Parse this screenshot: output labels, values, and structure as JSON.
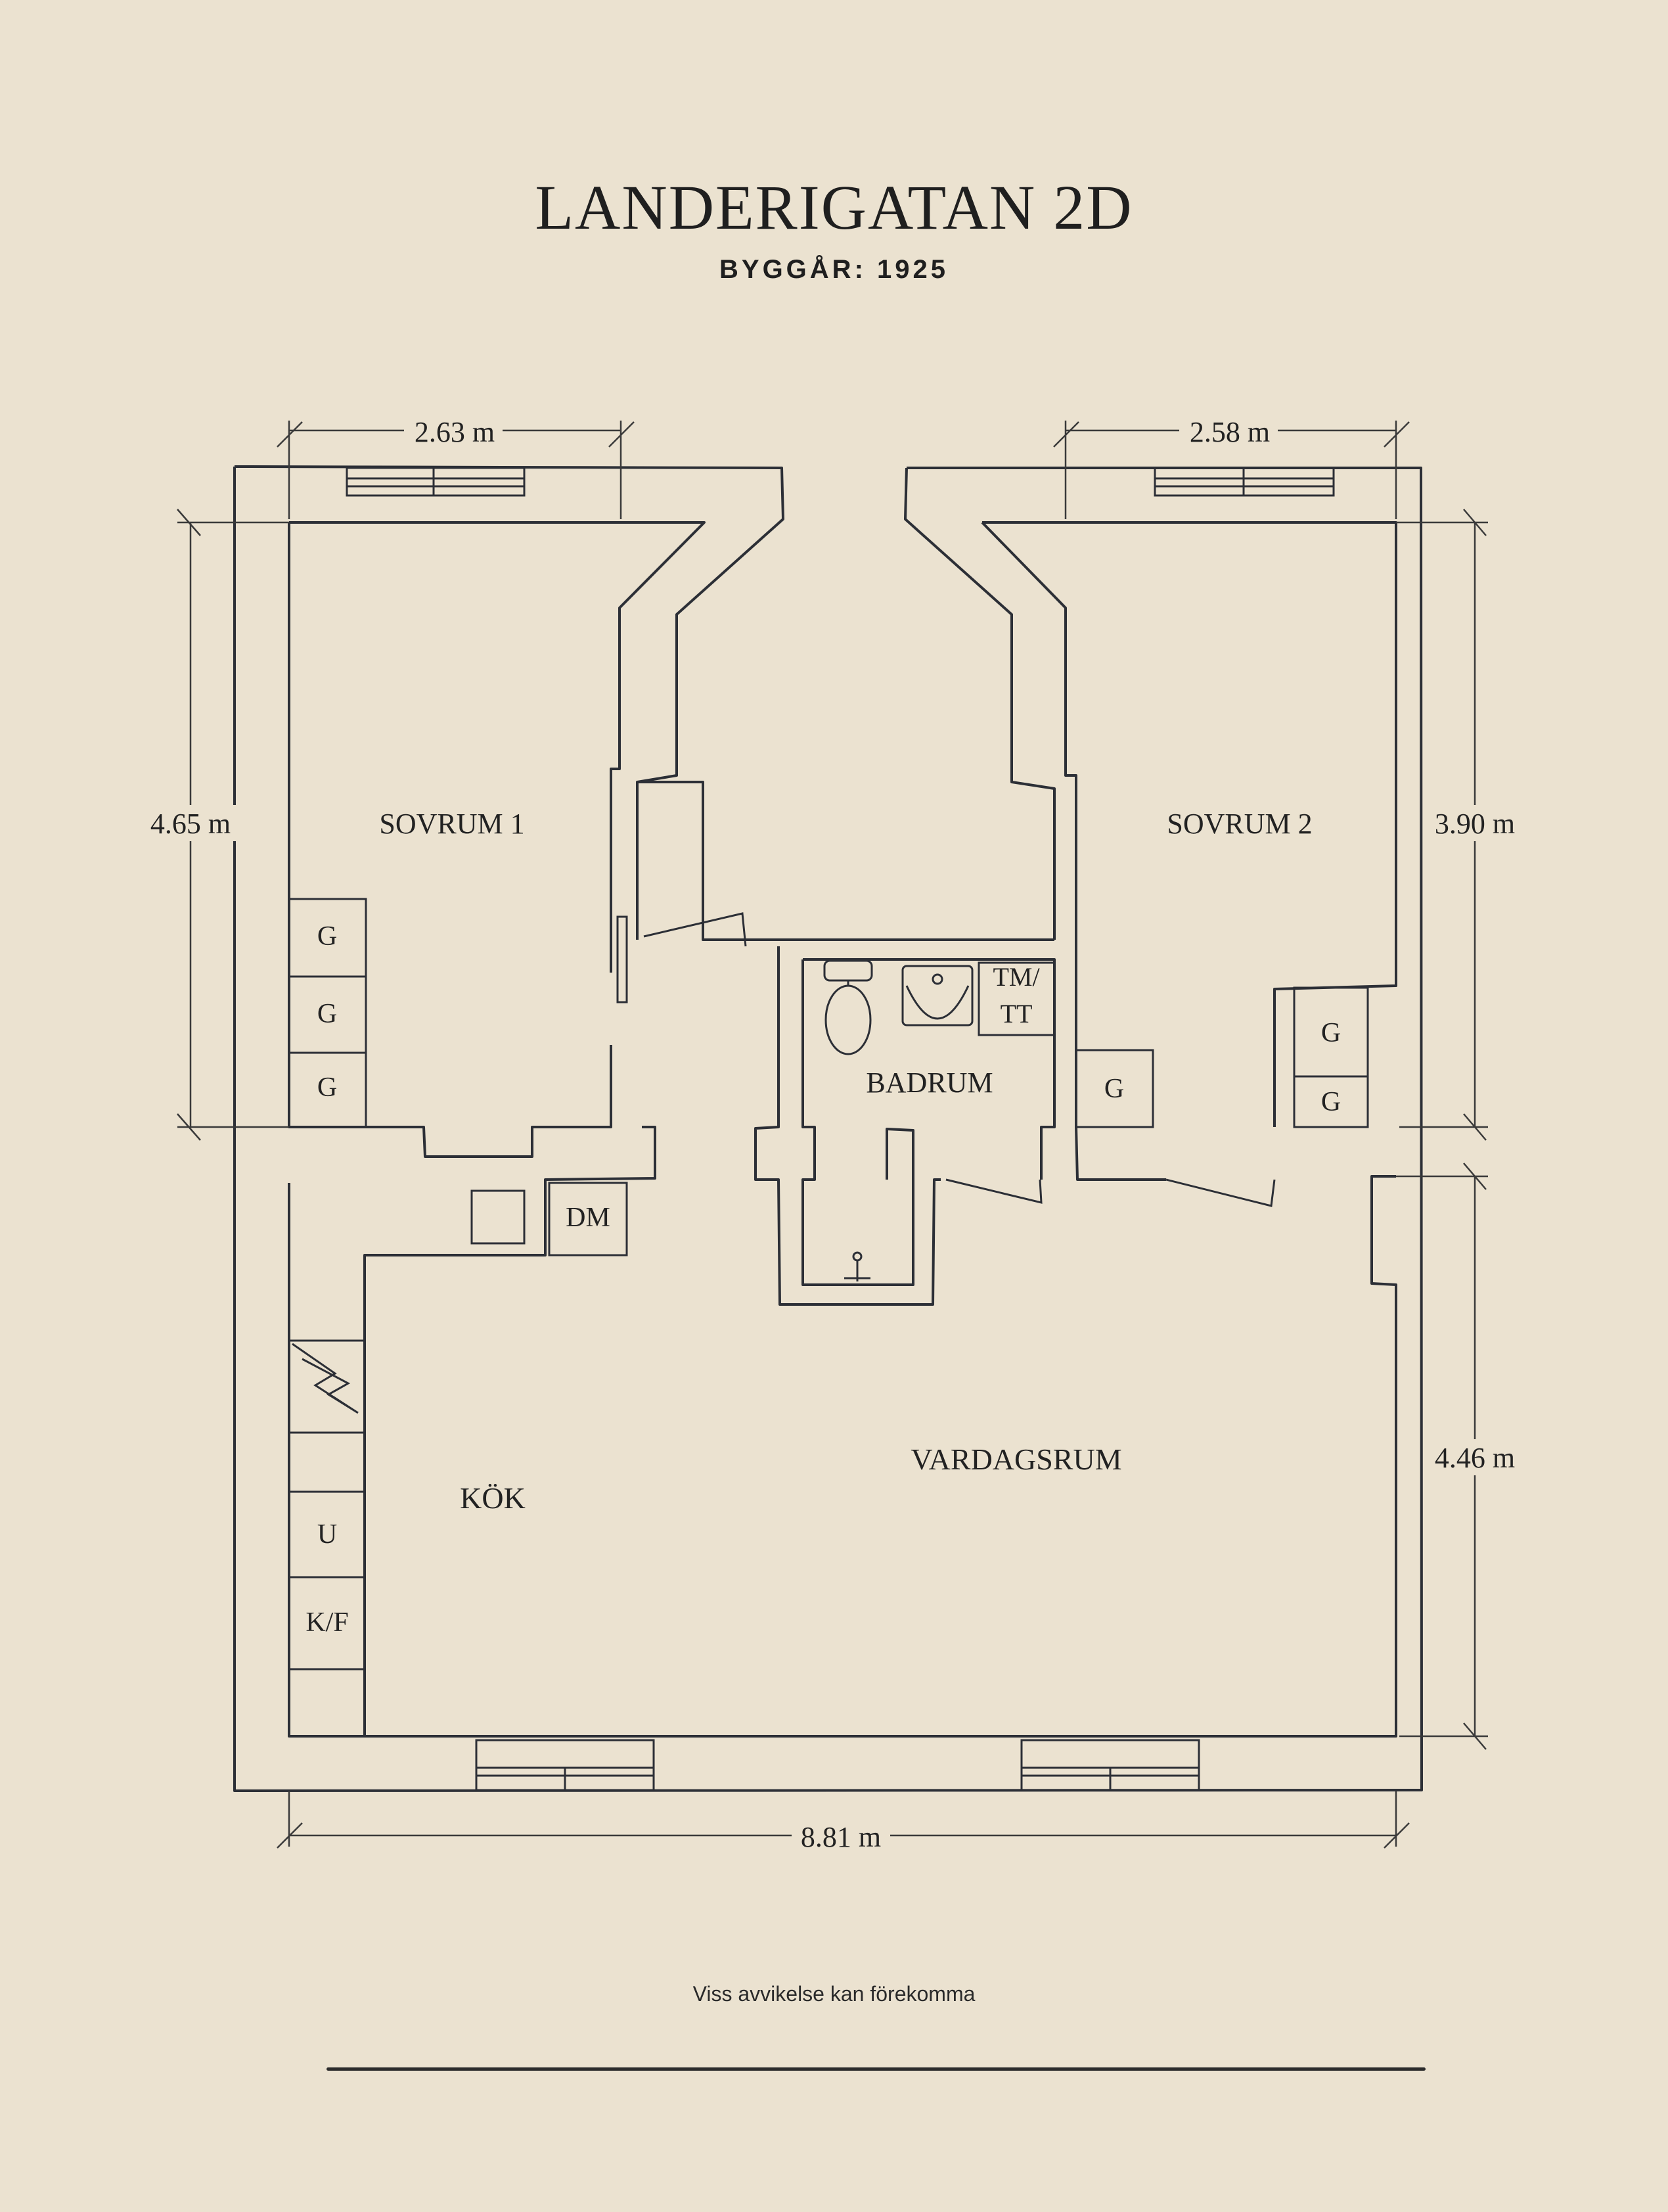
{
  "header": {
    "title": "LANDERIGATAN 2D",
    "subtitle": "BYGGÅR: 1925"
  },
  "rooms": {
    "sovrum1": "SOVRUM 1",
    "sovrum2": "SOVRUM 2",
    "badrum": "BADRUM",
    "kok": "KÖK",
    "vardagsrum": "VARDAGSRUM"
  },
  "fixtures": {
    "wardrobe": "G",
    "dishwasher": "DM",
    "washer_dryer_line1": "TM/",
    "washer_dryer_line2": "TT",
    "oven": "U",
    "fridge_freezer": "K/F"
  },
  "dimensions": {
    "sovrum1_width": "2.63 m",
    "sovrum2_width": "2.58 m",
    "sovrum1_depth": "4.65 m",
    "sovrum2_depth": "3.90 m",
    "vardagsrum_depth": "4.46 m",
    "total_width": "8.81 m"
  },
  "footer": {
    "disclaimer": "Viss avvikelse kan förekomma"
  }
}
